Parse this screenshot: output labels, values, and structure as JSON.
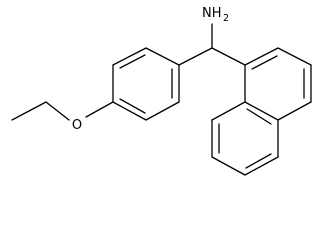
{
  "molecule": {
    "amine_label": {
      "element": "NH",
      "subscript": "2"
    },
    "ether_oxygen_label": "O"
  },
  "colors": {
    "bond": "#000000",
    "label": "#000000",
    "background": "#ffffff"
  }
}
